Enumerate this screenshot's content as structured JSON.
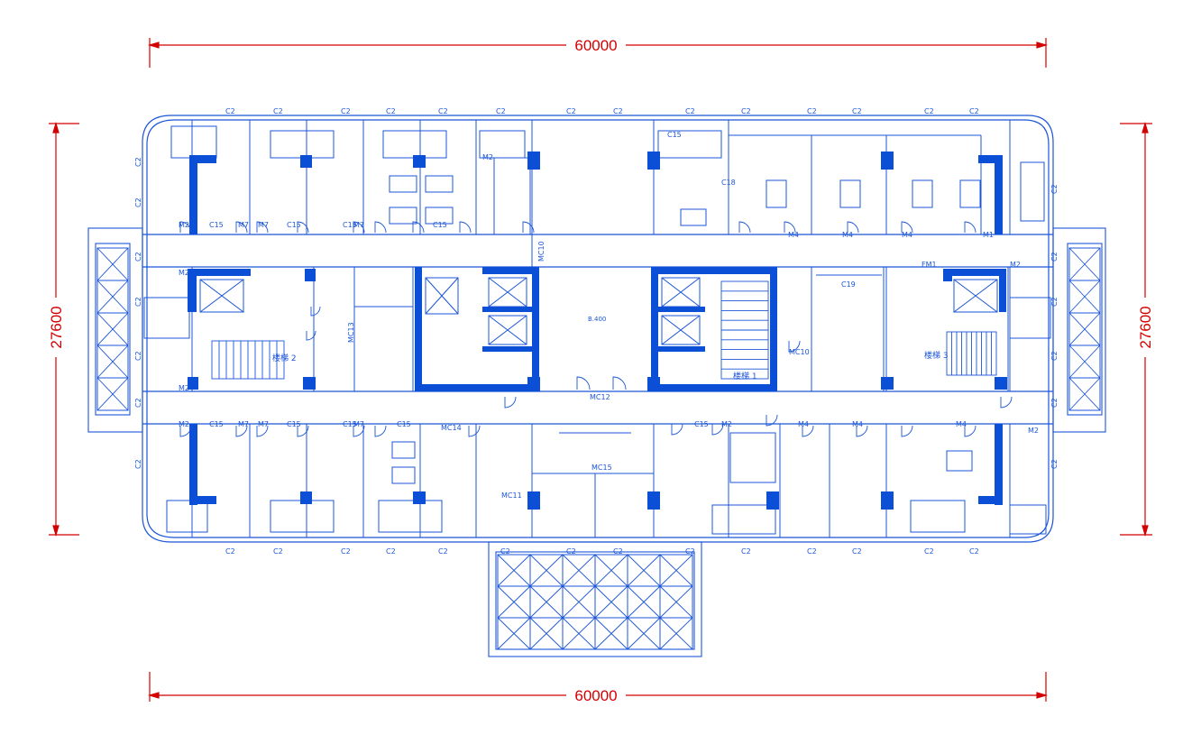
{
  "dimensions": {
    "top_width": "60000",
    "bottom_width": "60000",
    "left_height": "27600",
    "right_height": "27600"
  },
  "colors": {
    "dimension": "#d40000",
    "wall": "#0b4fd6",
    "line": "#1b55d8",
    "background": "#ffffff"
  },
  "labels": {
    "window_c2": "C2",
    "window_c15": "C15",
    "window_c19": "C19",
    "window_c18": "C18",
    "door_m2": "M2",
    "door_m4": "M4",
    "door_m7": "M7",
    "door_m1": "M1",
    "door_mc10": "MC10",
    "door_mc11": "MC11",
    "door_mc12": "MC12",
    "door_mc13": "MC13",
    "door_mc14": "MC14",
    "door_mc15": "MC15",
    "door_fm1": "FM1",
    "stair_1": "楼梯 1",
    "stair_2": "楼梯 2",
    "stair_3": "楼梯 3",
    "lobby_note": "B.400"
  }
}
